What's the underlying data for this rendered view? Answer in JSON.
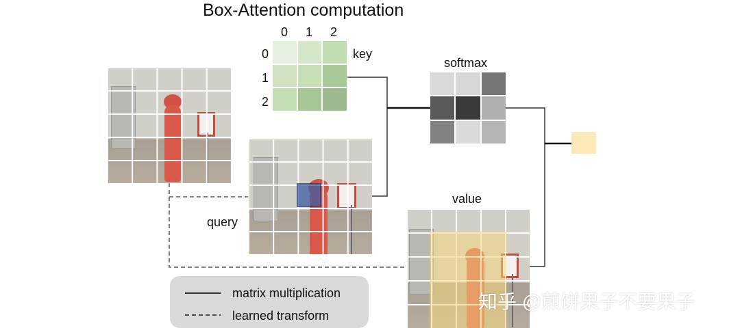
{
  "title": "Box-Attention computation",
  "key_matrix": {
    "col_labels": [
      "0",
      "1",
      "2"
    ],
    "row_labels": [
      "0",
      "1",
      "2"
    ],
    "label": "key",
    "cells": [
      [
        "#e6f0de",
        "#d4e7c9",
        "#c3ddb2"
      ],
      [
        "#cfe3c2",
        "#c5deb4",
        "#a9c997"
      ],
      [
        "#c4ddb3",
        "#a5c793",
        "#9fb98f"
      ]
    ]
  },
  "softmax": {
    "label": "softmax",
    "cells": [
      [
        "#d9d9d9",
        "#d7d7d7",
        "#767676"
      ],
      [
        "#595959",
        "#3a3a3a",
        "#b0b0b0"
      ],
      [
        "#828282",
        "#dadada",
        "#b5b5b5"
      ]
    ]
  },
  "output": {
    "color": "#fce9b9"
  },
  "query": {
    "label": "query",
    "highlight_color": "#3e5da3"
  },
  "value": {
    "label": "value",
    "highlight_color": "#f5d77d"
  },
  "legend": {
    "solid_label": "matrix multiplication",
    "dashed_label": "learned transform"
  },
  "watermark": "知乎 @煎饼果子不要果子"
}
